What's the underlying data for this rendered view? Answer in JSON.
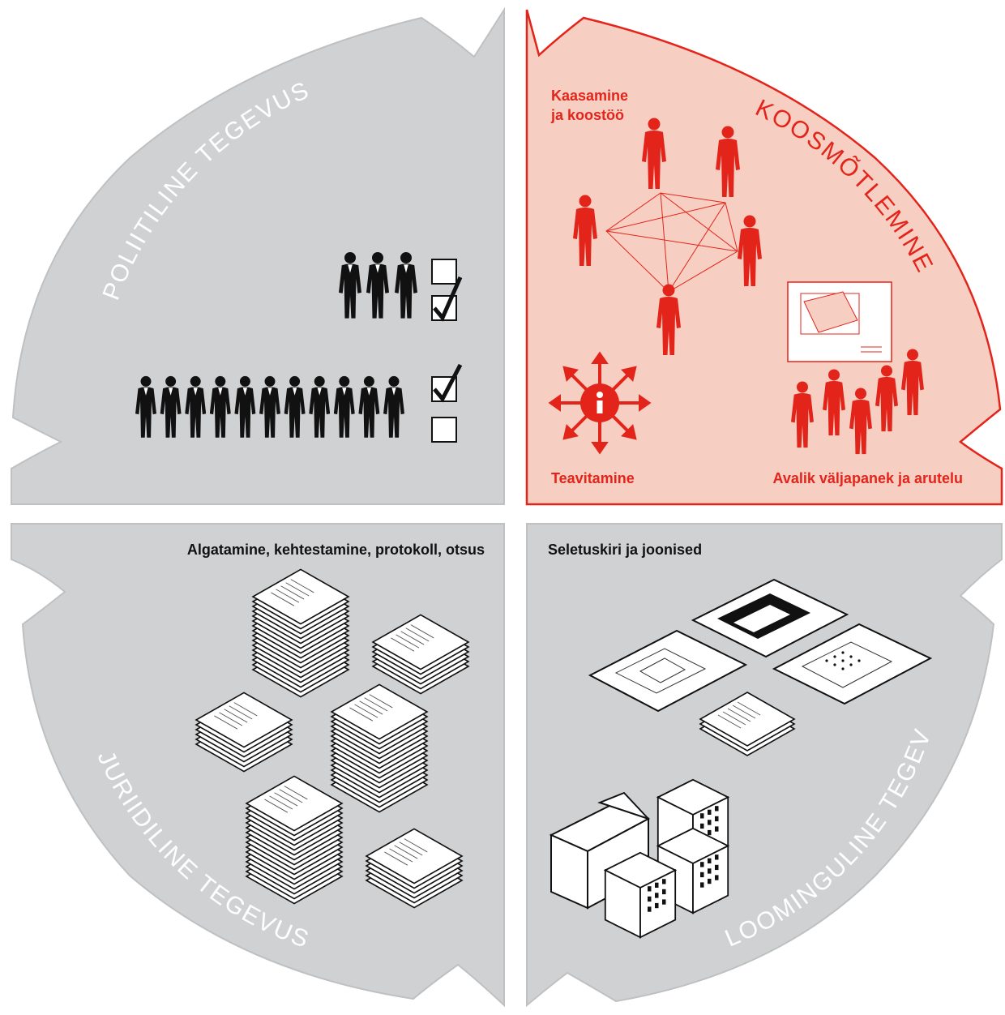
{
  "quadrants": {
    "political": {
      "title": "POLIITILINE TEGEVUS"
    },
    "coordination": {
      "title": "KOOSMÕTLEMINE",
      "labels": {
        "inclusion": [
          "Kaasamine",
          "ja koostöö"
        ],
        "informing": "Teavitamine",
        "public_display": "Avalik väljapanek ja arutelu"
      }
    },
    "legal": {
      "title": "JURIIDILINE TEGEVUS",
      "caption": "Algatamine, kehtestamine, protokoll, otsus"
    },
    "creative": {
      "title": "LOOMINGULINE TEGEVUS",
      "caption": "Seletuskiri ja joonised"
    }
  },
  "colors": {
    "gray_fill": "#d0d1d3",
    "pink_fill": "#f7cfc2",
    "accent_red": "#e3241b",
    "ink": "#111111"
  },
  "icons": {
    "voters": "person-silhouette-icon",
    "checkbox": "checkbox-icon",
    "information": "info-burst-icon",
    "documents": "document-stack-icon",
    "buildings": "building-icon",
    "plans": "plan-drawing-icon"
  }
}
